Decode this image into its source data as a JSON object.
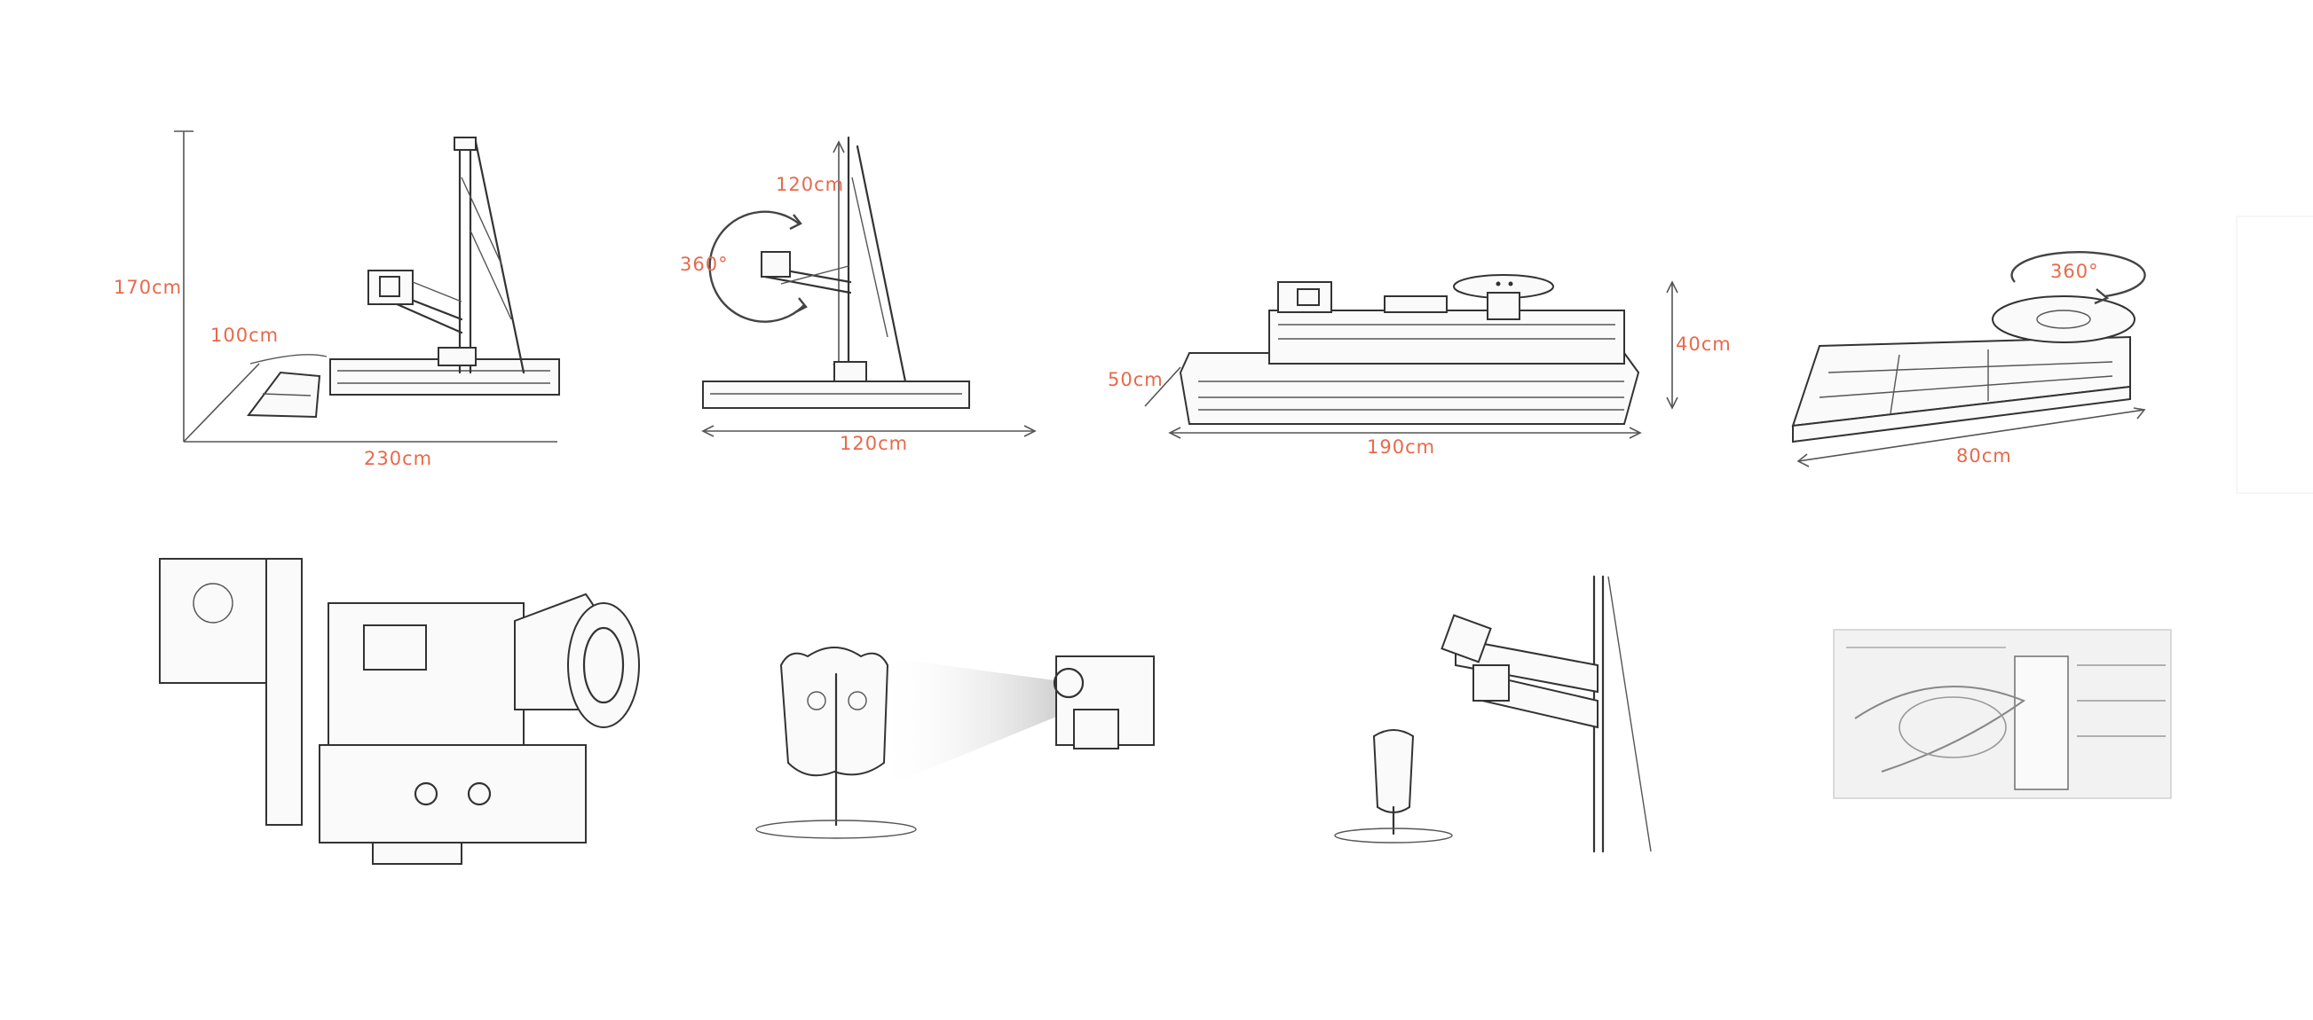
{
  "dimensions": {
    "p1_height": "170cm",
    "p1_depth": "100cm",
    "p1_width": "230cm",
    "p2_height": "120cm",
    "p2_rotation": "360°",
    "p2_width": "120cm",
    "p3_depth": "50cm",
    "p3_height": "40cm",
    "p3_width": "190cm",
    "p4_rotation": "360°",
    "p4_width": "80cm"
  },
  "colors": {
    "accent": "#e8694a",
    "line": "#333333"
  }
}
